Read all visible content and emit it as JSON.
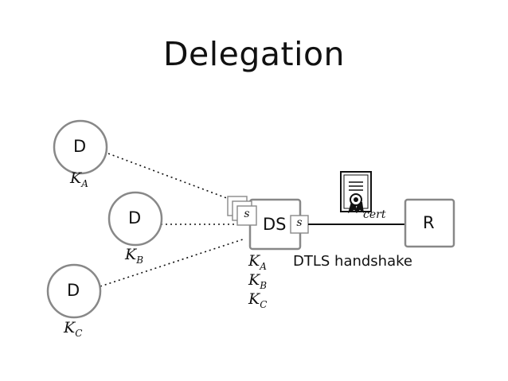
{
  "title": "Delegation",
  "devices": [
    {
      "label": "D",
      "key_base": "K",
      "key_sub": "A"
    },
    {
      "label": "D",
      "key_base": "K",
      "key_sub": "B"
    },
    {
      "label": "D",
      "key_base": "K",
      "key_sub": "C"
    }
  ],
  "ds": {
    "label": "DS",
    "s_label": "s",
    "stack_s_label": "s",
    "keys": [
      {
        "base": "K",
        "sub": "A"
      },
      {
        "base": "K",
        "sub": "B"
      },
      {
        "base": "K",
        "sub": "C"
      }
    ]
  },
  "r": {
    "label": "R"
  },
  "cert": {
    "label": "cert"
  },
  "handshake": {
    "label": "DTLS handshake"
  }
}
